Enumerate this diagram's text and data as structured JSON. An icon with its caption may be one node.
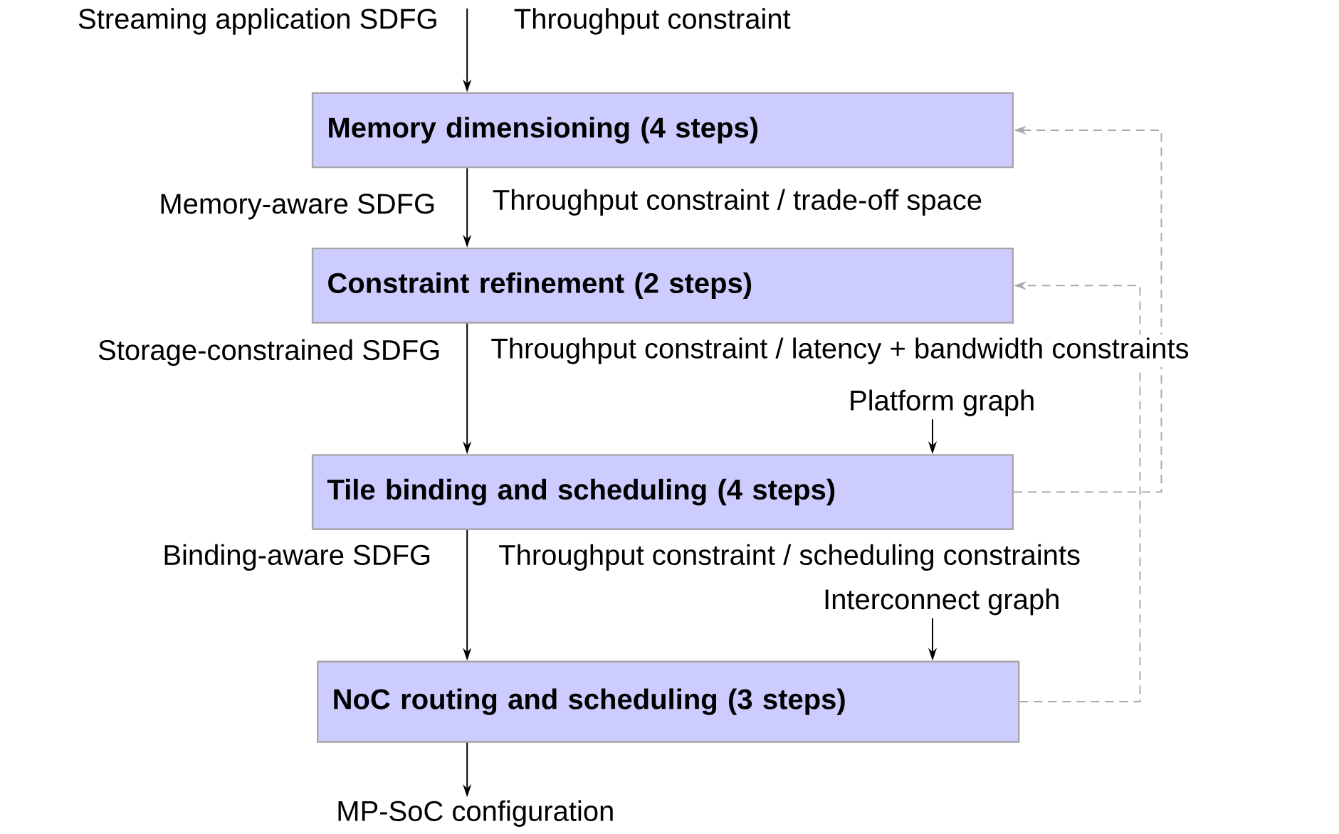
{
  "diagram": {
    "nodes": [
      {
        "text": [
          "Memory dimensioning (4 steps)"
        ]
      },
      {
        "text": [
          "Constraint refinement (2 steps)"
        ]
      },
      {
        "text": [
          "Tile binding and scheduling (4 steps)"
        ]
      },
      {
        "text": [
          "NoC routing and scheduling (3 steps)"
        ]
      },
      {
        "text": [
          "MP-SoC configuration"
        ]
      },
      {
        "text": [
          "Platform graph"
        ]
      },
      {
        "text": [
          "Interconnect graph"
        ]
      }
    ],
    "edges": [
      {
        "from": null,
        "to": 0,
        "arrow": "to"
      },
      {
        "from": 0,
        "to": 1,
        "arrow": "to"
      },
      {
        "from": 1,
        "to": 2,
        "arrow": "to"
      },
      {
        "from": 2,
        "to": 3,
        "arrow": "to"
      },
      {
        "from": 3,
        "to": 4,
        "arrow": "to"
      },
      {
        "from": 5,
        "to": 2,
        "arrow": "to"
      },
      {
        "from": 6,
        "to": 3,
        "arrow": "to"
      },
      {
        "from": 2,
        "to": 0,
        "arrow": "to",
        "style": "dashed",
        "color": "#aaaaaa"
      },
      {
        "from": 3,
        "to": 1,
        "arrow": "to",
        "style": "dashed",
        "color": "#aaaaaa"
      }
    ],
    "labels": [
      "Streaming application SDFG",
      "Throughput constraint",
      "Memory-aware SDFG",
      "Throughput constraint / trade-off space",
      "Storage-constrained SDFG",
      "Throughput constraint / latency + bandwidth constraints",
      "Binding-aware SDFG",
      "Throughput constraint / scheduling constraints"
    ]
  }
}
